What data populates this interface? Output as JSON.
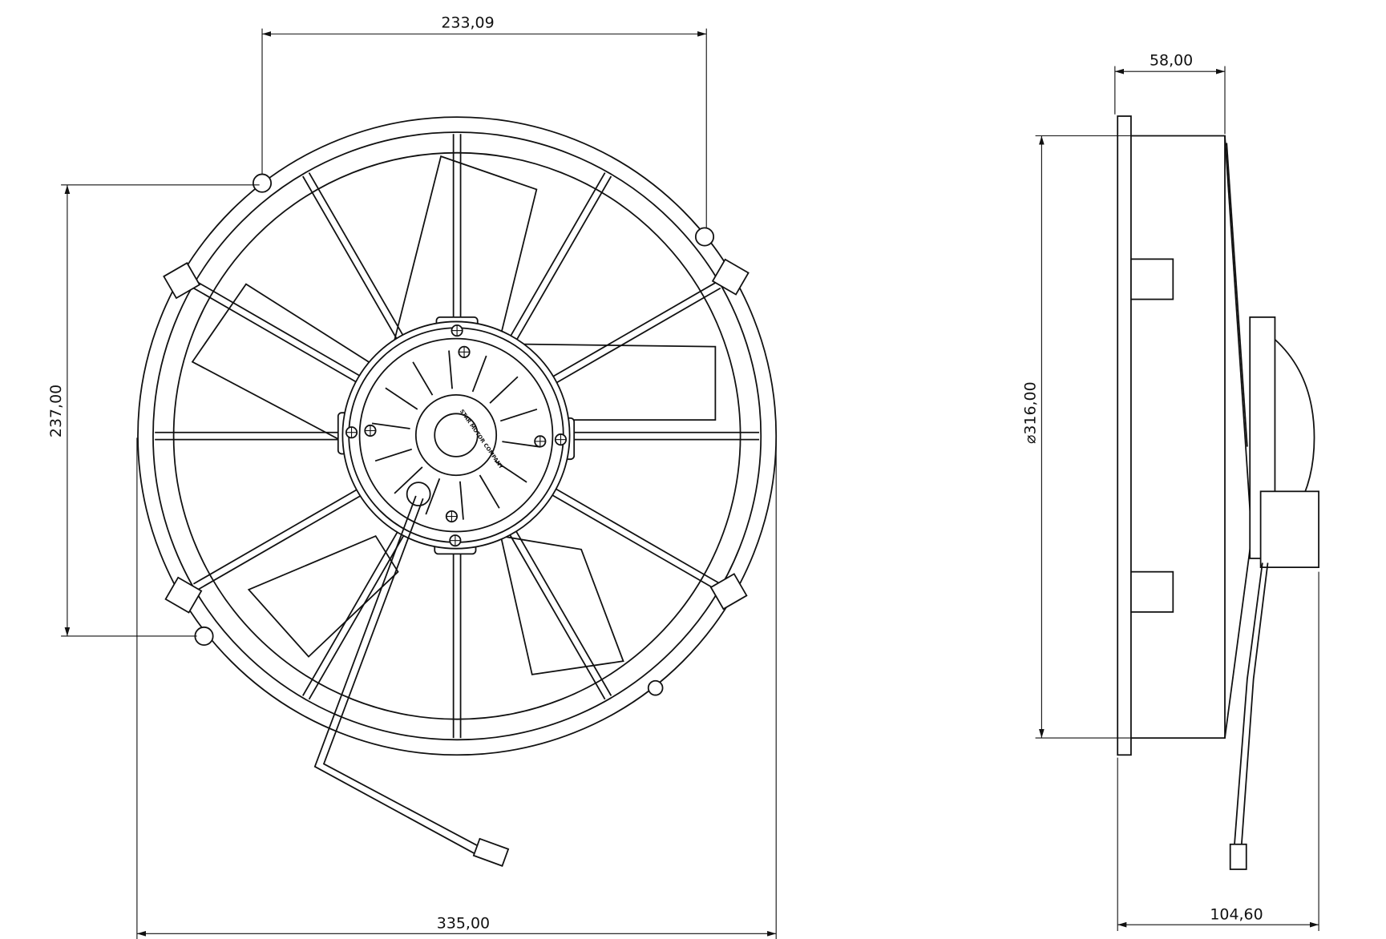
{
  "front_view": {
    "dim_hole_spacing_horizontal": "233,09",
    "dim_hole_spacing_vertical": "237,00",
    "dim_overall_width": "335,00",
    "motor_label": "STAR MOTOR COMPANY"
  },
  "side_view": {
    "dim_depth": "58,00",
    "dim_diameter": "⌀316,00",
    "dim_overall_depth": "104,60"
  }
}
